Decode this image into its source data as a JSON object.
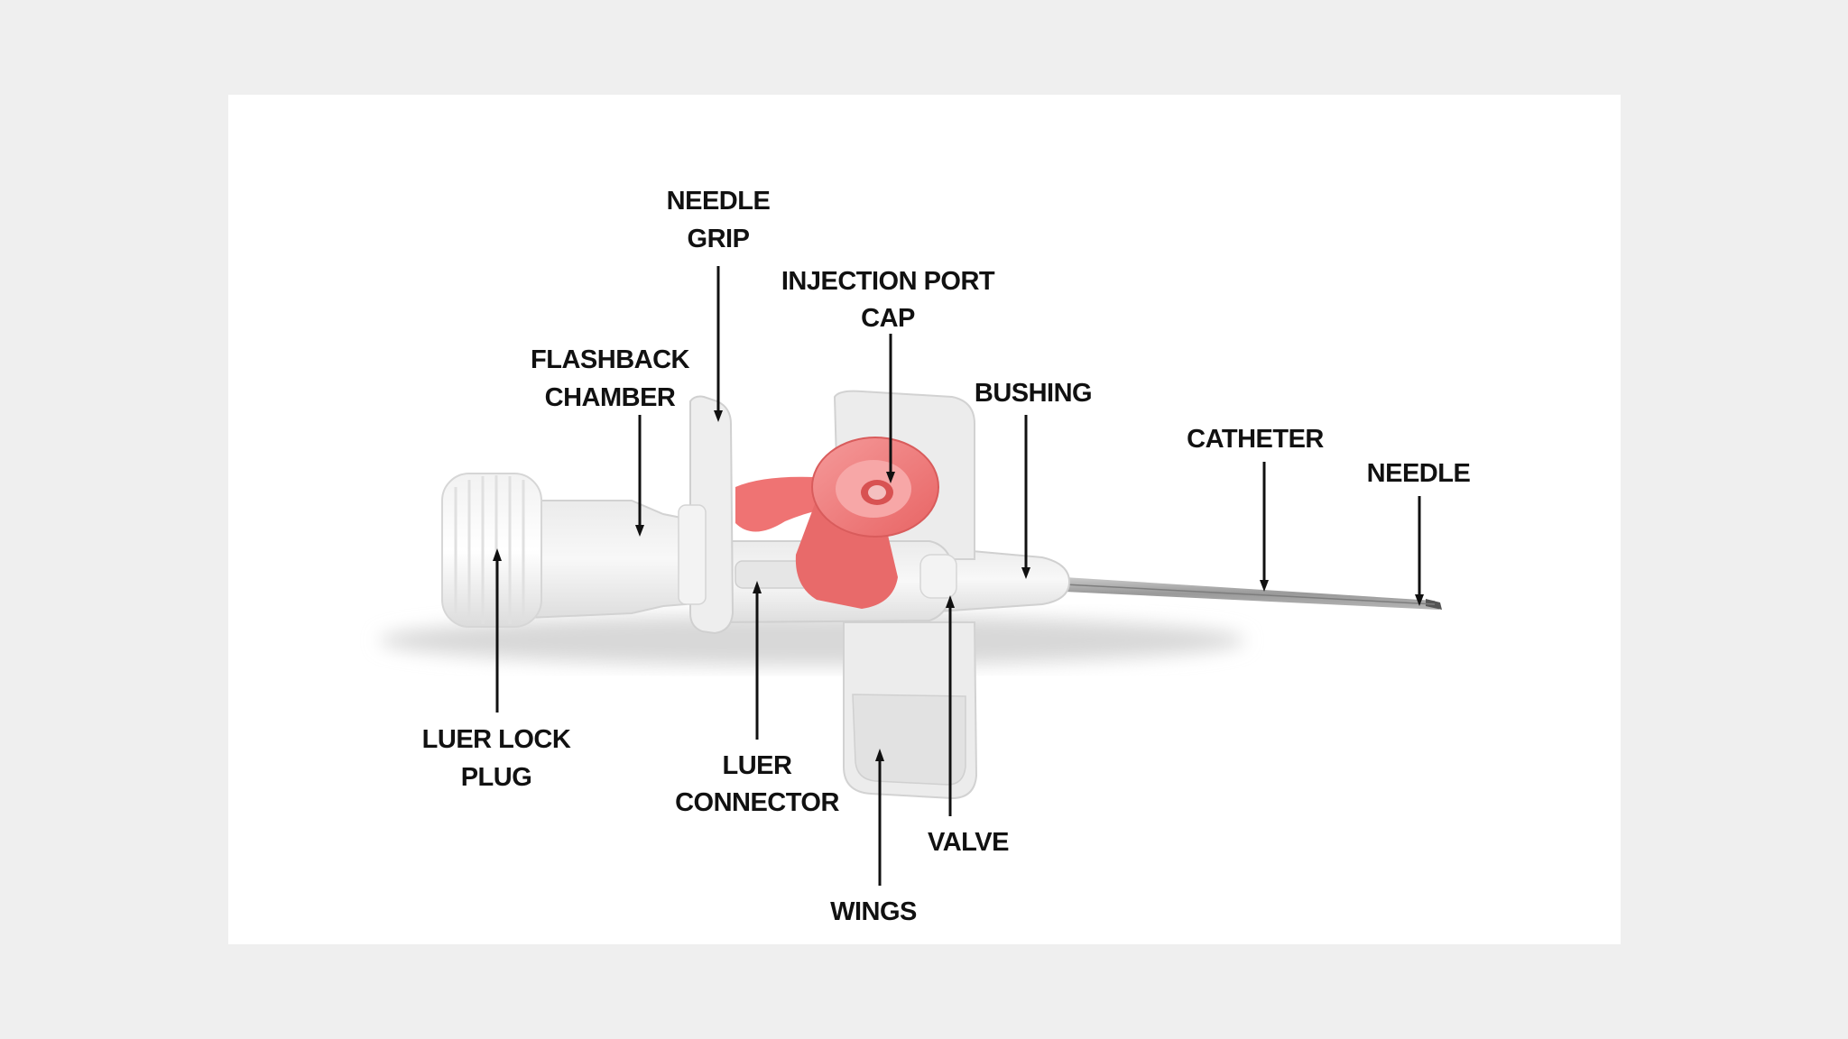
{
  "diagram": {
    "subject": "iv-cannula",
    "colors": {
      "background": "#efefef",
      "card": "#ffffff",
      "cap": "#f07a7a",
      "body": "#e9e9e9",
      "text": "#111111"
    },
    "labels": {
      "needle_grip": [
        "NEEDLE",
        "GRIP"
      ],
      "injection_port_cap": [
        "INJECTION PORT",
        "CAP"
      ],
      "flashback_chamber": [
        "FLASHBACK",
        "CHAMBER"
      ],
      "bushing": [
        "BUSHING"
      ],
      "catheter": [
        "CATHETER"
      ],
      "needle": [
        "NEEDLE"
      ],
      "luer_lock_plug": [
        "LUER LOCK",
        "PLUG"
      ],
      "luer_connector": [
        "LUER",
        "CONNECTOR"
      ],
      "valve": [
        "VALVE"
      ],
      "wings": [
        "WINGS"
      ]
    }
  }
}
